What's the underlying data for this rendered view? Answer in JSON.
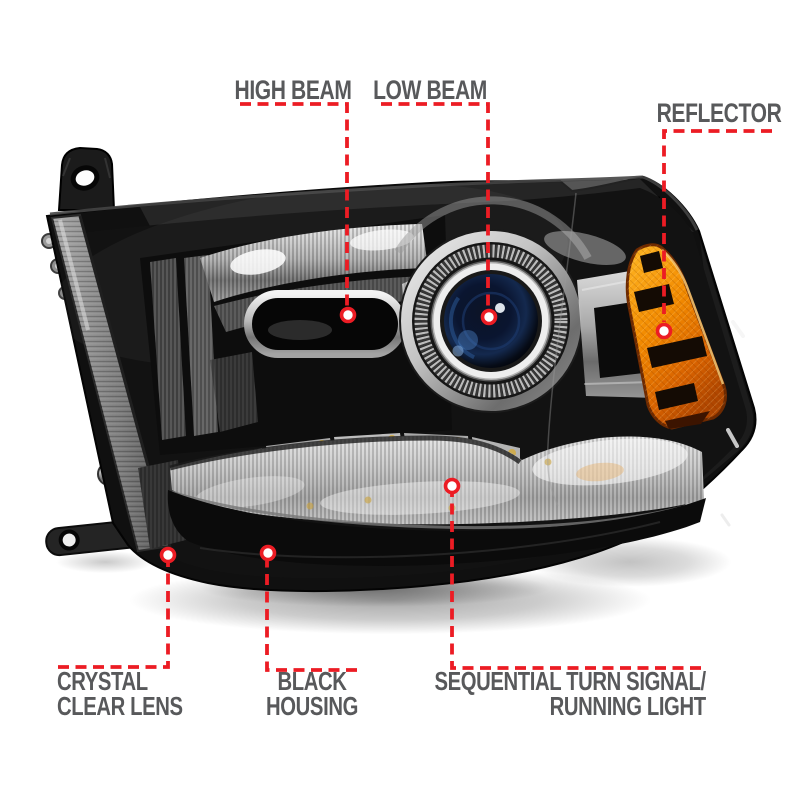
{
  "figure": {
    "description": "Black housing projector headlight, front three-quarter product photo with six red dashed callouts"
  },
  "callouts": {
    "high_beam": {
      "label": "HIGH BEAM"
    },
    "low_beam": {
      "label": "LOW BEAM"
    },
    "reflector": {
      "label": "REFLECTOR"
    },
    "crystal_clear_lens": {
      "label": "CRYSTAL\nCLEAR LENS"
    },
    "black_housing": {
      "label": "BLACK\nHOUSING"
    },
    "sequential_turn_signal": {
      "label": "SEQUENTIAL TURN SIGNAL/\nRUNNING LIGHT"
    }
  },
  "colors": {
    "background": "#ffffff",
    "callout_red": "#ec1c24",
    "label_gray": "#58595b",
    "housing_black": "#121212",
    "chrome_silver": "#c9c9c9",
    "amber_orange": "#ef8a00",
    "lens_navy": "#0d1830",
    "led_yellow": "#d2aa3e"
  }
}
